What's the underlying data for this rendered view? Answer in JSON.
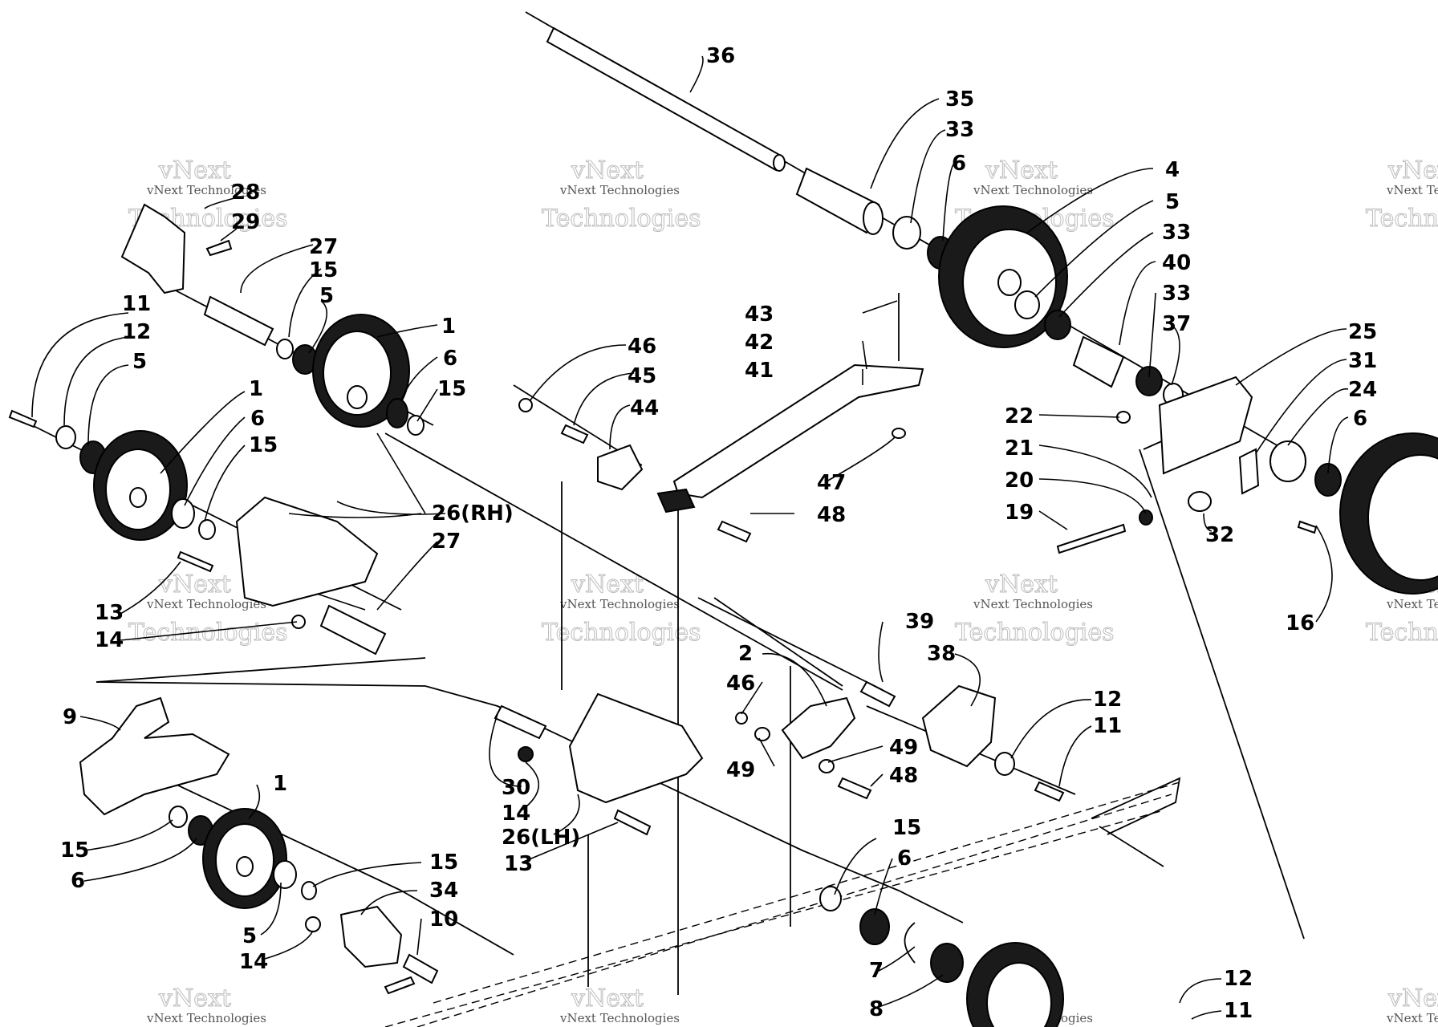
{
  "watermark": {
    "line1": "vNext",
    "line2": "vNext Technologies",
    "line3": "Technologies"
  },
  "callouts": {
    "c36": "36",
    "c35": "35",
    "c33a": "33",
    "c6a": "6",
    "c4": "4",
    "c5a": "5",
    "c33b": "33",
    "c40": "40",
    "c33c": "33",
    "c37": "37",
    "c25": "25",
    "c31": "31",
    "c24": "24",
    "c6b": "6",
    "c22": "22",
    "c21": "21",
    "c20": "20",
    "c19": "19",
    "c32": "32",
    "c16": "16",
    "c28": "28",
    "c29": "29",
    "c27a": "27",
    "c15a": "15",
    "c5b": "5",
    "c1a": "1",
    "c6c": "6",
    "c15b": "15",
    "c11a": "11",
    "c12a": "12",
    "c5c": "5",
    "c1b": "1",
    "c6d": "6",
    "c15c": "15",
    "c26rh": "26(RH)",
    "c27b": "27",
    "c13a": "13",
    "c14a": "14",
    "c43": "43",
    "c42": "42",
    "c41": "41",
    "c46a": "46",
    "c45": "45",
    "c44": "44",
    "c47": "47",
    "c48a": "48",
    "c39": "39",
    "c38": "38",
    "c2": "2",
    "c46b": "46",
    "c49a": "49",
    "c49b": "49",
    "c48b": "48",
    "c12b": "12",
    "c11b": "11",
    "c9": "9",
    "c1c": "1",
    "c15d": "15",
    "c6e": "6",
    "c30": "30",
    "c14b": "14",
    "c26lh": "26(LH)",
    "c13b": "13",
    "c15e": "15",
    "c34": "34",
    "c10": "10",
    "c5d": "5",
    "c14c": "14",
    "c15f": "15",
    "c6f": "6",
    "c7": "7",
    "c8": "8",
    "c12c": "12",
    "c11c": "11"
  }
}
